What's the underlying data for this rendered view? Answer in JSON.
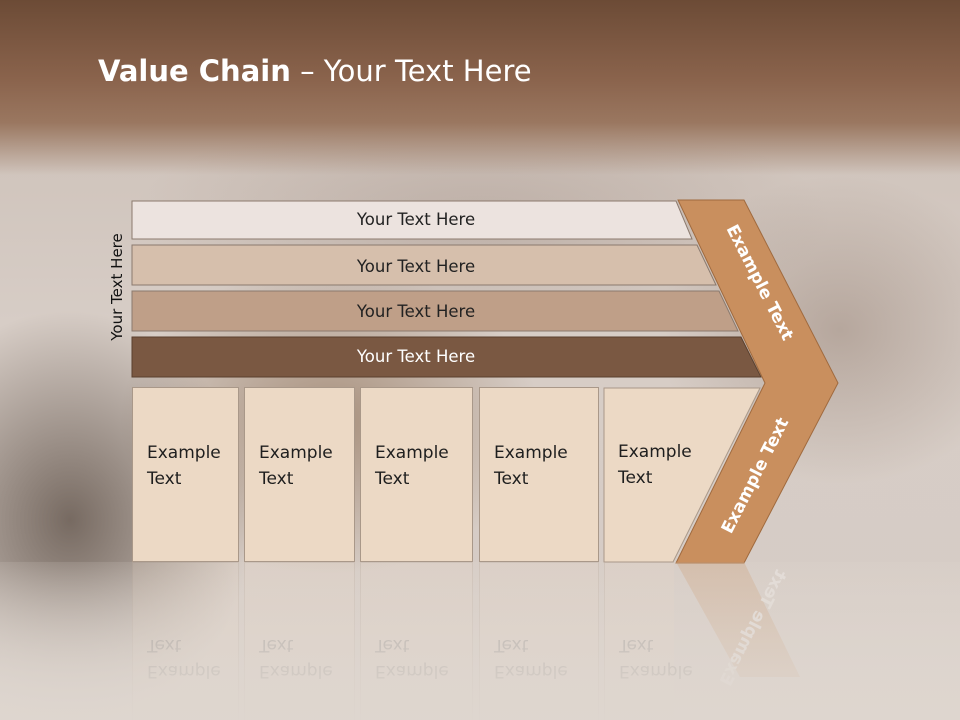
{
  "slide": {
    "title_bold": "Value Chain",
    "title_rest": " – Your Text Here",
    "side_label": "Your Text Here"
  },
  "bars": [
    {
      "label": "Your Text Here",
      "color": "#ece3df"
    },
    {
      "label": "Your Text Here",
      "color": "#d6bfac"
    },
    {
      "label": "Your Text Here",
      "color": "#bf9f88"
    },
    {
      "label": "Your Text Here",
      "color": "#7a5842"
    }
  ],
  "boxes": [
    {
      "label": "Example Text"
    },
    {
      "label": "Example Text"
    },
    {
      "label": "Example Text"
    },
    {
      "label": "Example Text"
    },
    {
      "label": "Example Text"
    }
  ],
  "chevron": {
    "upper_label": "Example Text",
    "lower_label": "Example Text",
    "color": "#c98f5e"
  },
  "colors": {
    "box_fill": "#ecd9c5",
    "header": "#7a5842"
  }
}
